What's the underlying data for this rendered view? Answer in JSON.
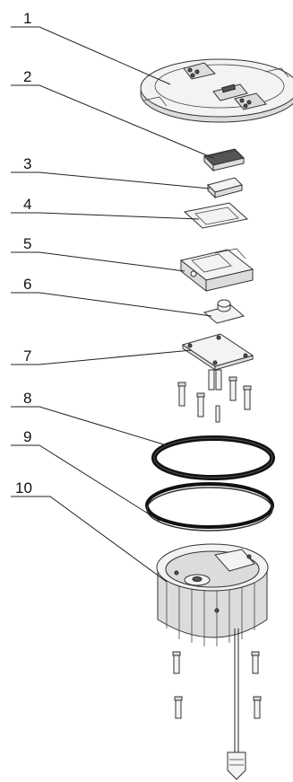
{
  "callouts": [
    {
      "label": "1"
    },
    {
      "label": "2"
    },
    {
      "label": "3"
    },
    {
      "label": "4"
    },
    {
      "label": "5"
    },
    {
      "label": "6"
    },
    {
      "label": "7"
    },
    {
      "label": "8"
    },
    {
      "label": "9"
    },
    {
      "label": "10"
    }
  ],
  "colors": {
    "line": "#222222",
    "part_fill": "#f3f3f3",
    "shade": "#dcdcdc",
    "dark": "#555555"
  }
}
